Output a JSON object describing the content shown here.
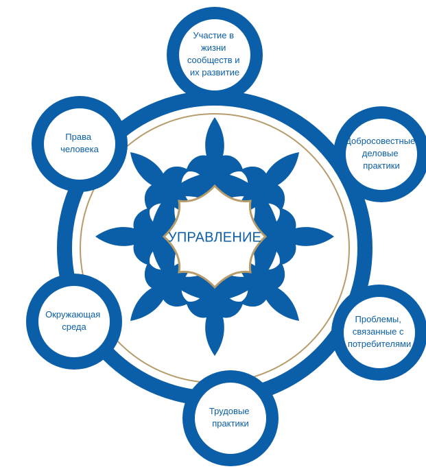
{
  "colors": {
    "primary_blue": "#0b5ea8",
    "gold": "#b69b6b",
    "white": "#ffffff"
  },
  "diagram": {
    "center": {
      "label": "УПРАВЛЕНИЕ"
    },
    "nodes": [
      {
        "key": "community",
        "lines": [
          "Участие в",
          "жизни",
          "сообществ и",
          "их развитие"
        ]
      },
      {
        "key": "fair-business",
        "lines": [
          "Добросовестные",
          "деловые",
          "практики"
        ]
      },
      {
        "key": "consumer-issues",
        "lines": [
          "Проблемы,",
          "связанные с",
          "потребителями"
        ]
      },
      {
        "key": "labour",
        "lines": [
          "Трудовые",
          "практики"
        ]
      },
      {
        "key": "environment",
        "lines": [
          "Окружающая",
          "среда"
        ]
      },
      {
        "key": "human-rights",
        "lines": [
          "Права",
          "человека"
        ]
      }
    ]
  }
}
